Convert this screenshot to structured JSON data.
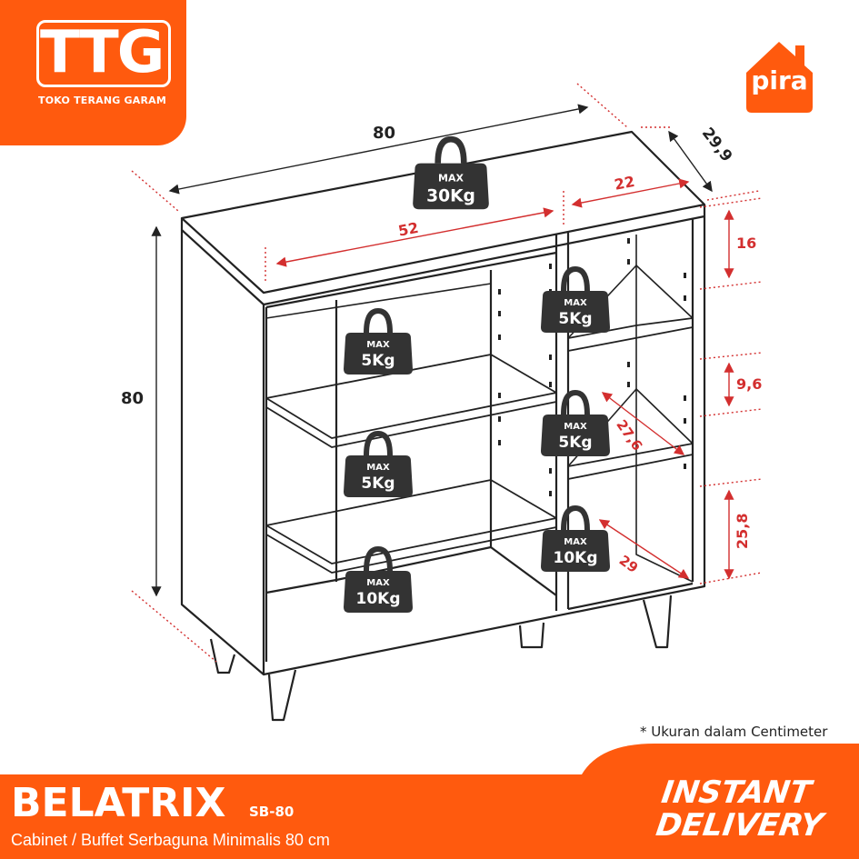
{
  "brand": {
    "ttg_letters": "TTG",
    "ttg_subtitle": "TOKO TERANG GARAM",
    "pira": "pira"
  },
  "colors": {
    "accent": "#ff5a0e",
    "dimension_red": "#d32f2f",
    "outline": "#222222",
    "weight_fill": "#333333"
  },
  "icons": [
    "weight-icon",
    "stopwatch-icon",
    "house-logo-icon"
  ],
  "dimensions": {
    "total_width": "80",
    "total_height": "80",
    "depth": "29,9",
    "left_width": "52",
    "right_width": "22",
    "right_top_gap": "16",
    "right_mid_gap": "9,6",
    "right_bottom_gap": "25,8",
    "shelf_depth": "27,6",
    "bottom_depth": "29"
  },
  "weights": {
    "max_label": "MAX",
    "top": "30Kg",
    "left_shelf_1": "5Kg",
    "left_shelf_2": "5Kg",
    "left_bottom": "10Kg",
    "right_shelf_1": "5Kg",
    "right_shelf_2": "5Kg",
    "right_bottom": "10Kg"
  },
  "note": "* Ukuran dalam Centimeter",
  "product": {
    "name": "BELATRIX",
    "code": "SB-80",
    "description": "Cabinet / Buffet Serbaguna Minimalis 80 cm"
  },
  "badge": {
    "line1": "INSTANT",
    "line2": "DELIVERY"
  }
}
